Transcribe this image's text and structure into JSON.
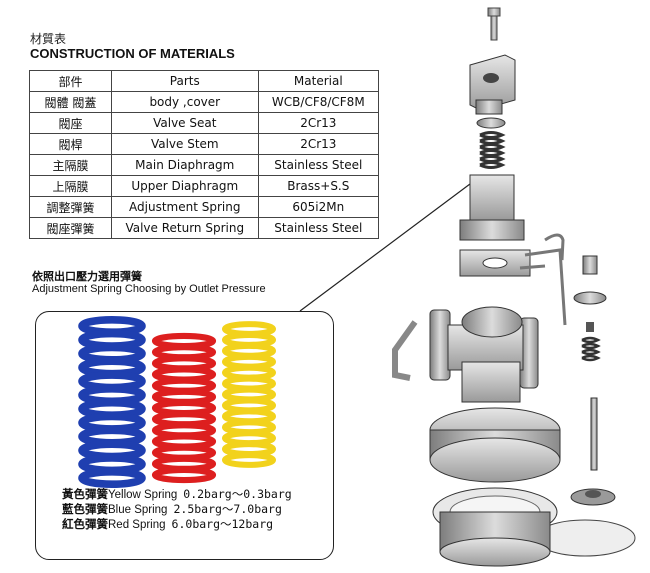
{
  "heading": {
    "cn": "材質表",
    "en": "CONSTRUCTION OF MATERIALS"
  },
  "table": {
    "headers": [
      "部件",
      "Parts",
      "Material"
    ],
    "rows": [
      [
        "閥體 閥蓋",
        "body ,cover",
        "WCB/CF8/CF8M"
      ],
      [
        "閥座",
        "Valve Seat",
        "2Cr13"
      ],
      [
        "閥桿",
        "Valve Stem",
        "2Cr13"
      ],
      [
        "主隔膜",
        "Main Diaphragm",
        "Stainless Steel"
      ],
      [
        "上隔膜",
        "Upper Diaphragm",
        "Brass+S.S"
      ],
      [
        "調整彈簧",
        "Adjustment Spring",
        "605i2Mn"
      ],
      [
        "閥座彈簧",
        "Valve Return Spring",
        "Stainless Steel"
      ]
    ]
  },
  "spring_choice": {
    "cn": "依照出口壓力選用彈簧",
    "en": "Adjustment Spring Choosing by Outlet Pressure"
  },
  "springs": [
    {
      "cn": "黃色彈簧",
      "en": "Yellow Spring",
      "range": "0.2barg～0.3barg",
      "color": "#f2d21c"
    },
    {
      "cn": "藍色彈簧",
      "en": "Blue Spring",
      "range": "2.5barg～7.0barg",
      "color": "#1f3fb0"
    },
    {
      "cn": "紅色彈簧",
      "en": "Red Spring",
      "range": "6.0barg～12barg",
      "color": "#dd1f1f"
    }
  ]
}
